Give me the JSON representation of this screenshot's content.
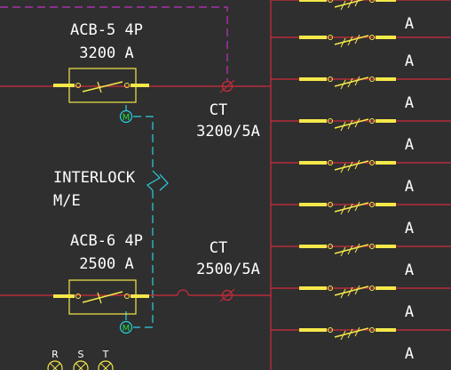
{
  "colors": {
    "background": "#2f2f2f",
    "busbar": "#d02b3c",
    "breaker": "#f5e84a",
    "interlock": "#2ad0e0",
    "control": "#c030c0",
    "text": "#ffffff",
    "motor": "#20e040"
  },
  "acb5": {
    "name": "ACB-5 4P",
    "rating": "3200 A"
  },
  "acb6": {
    "name": "ACB-6 4P",
    "rating": "2500 A"
  },
  "ct_upper": {
    "label": "CT",
    "ratio": "3200/5A"
  },
  "ct_lower": {
    "label": "CT",
    "ratio": "2500/5A"
  },
  "interlock": {
    "line1": "INTERLOCK",
    "line2": "M/E"
  },
  "motor_label": "M",
  "feeder_label": "A",
  "phase_lamps": [
    "R",
    "S",
    "T"
  ]
}
